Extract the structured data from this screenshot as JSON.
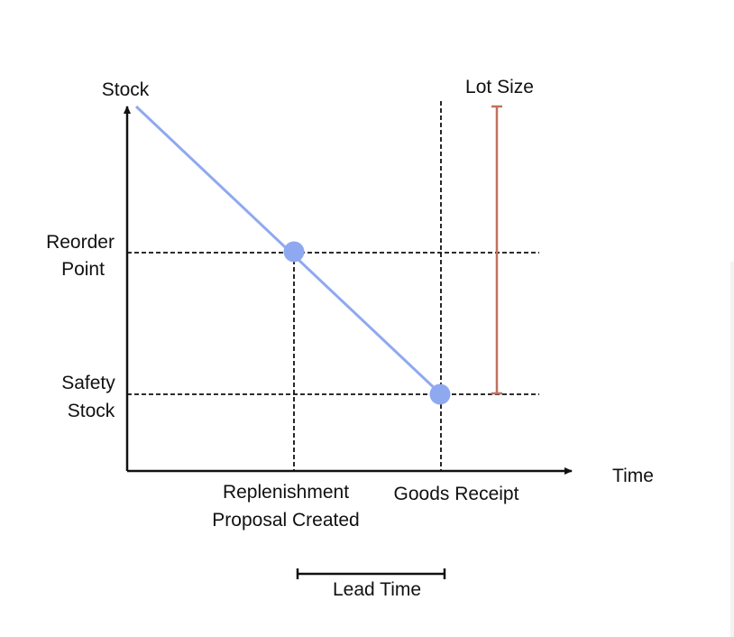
{
  "labels": {
    "y_axis": "Stock",
    "x_axis": "Time",
    "lot_size": "Lot Size",
    "reorder_point": [
      "Reorder",
      "Point"
    ],
    "safety_stock": [
      "Safety",
      "Stock"
    ],
    "replenishment": [
      "Replenishment",
      "Proposal Created"
    ],
    "goods_receipt": "Goods Receipt",
    "lead_time": "Lead Time"
  },
  "colors": {
    "stock_line": "#8fa9f0",
    "markers": "#8fa9f0",
    "lot_size_bar": "#c0705f",
    "axes": "#111111",
    "guides": "#111111"
  }
}
